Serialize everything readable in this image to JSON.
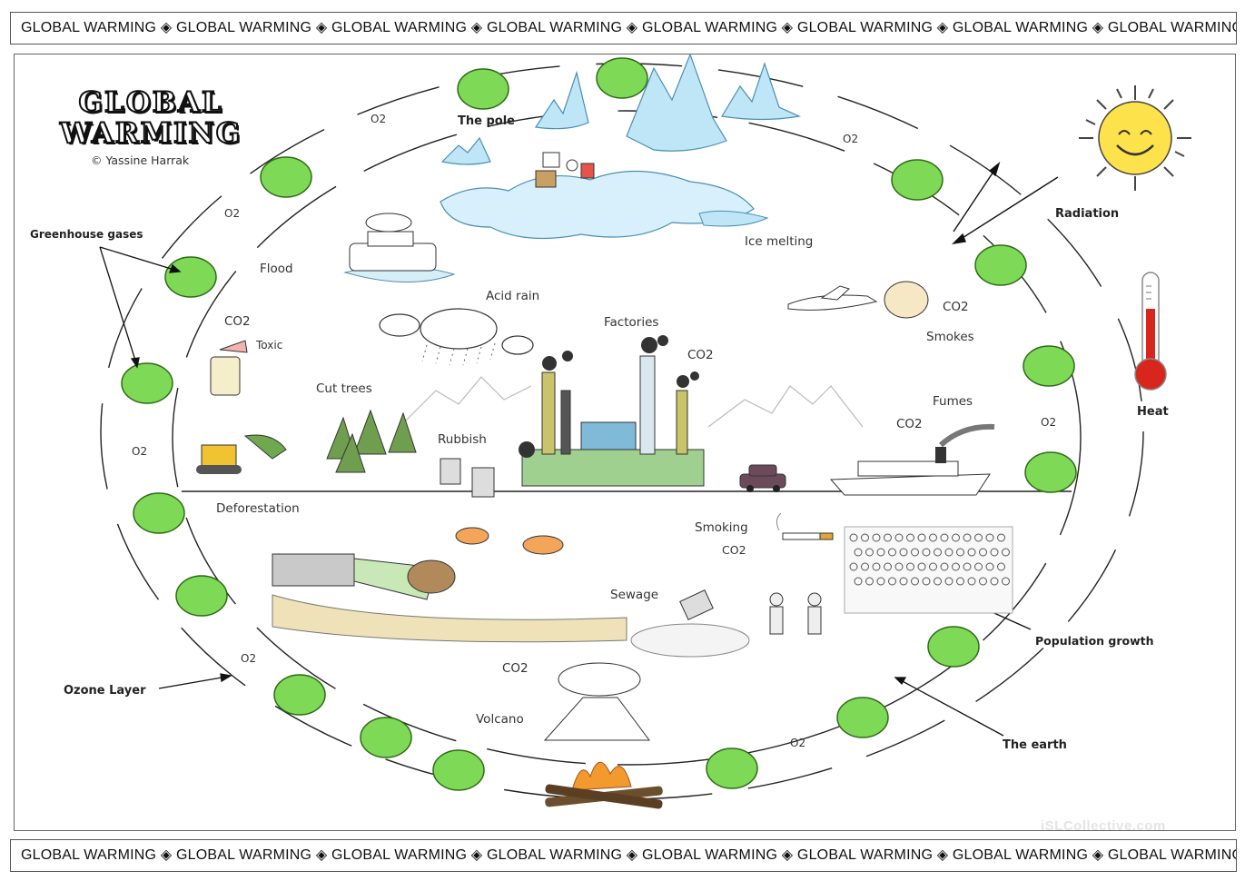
{
  "banner": {
    "top": "GLOBAL WARMING ◈ GLOBAL WARMING ◈ GLOBAL WARMING ◈ GLOBAL WARMING ◈ GLOBAL WARMING ◈ GLOBAL WARMING ◈ GLOBAL WARMING ◈ GLOBAL WARMING",
    "bottom": "GLOBAL WARMING ◈ GLOBAL WARMING ◈ GLOBAL WARMING ◈ GLOBAL WARMING ◈ GLOBAL WARMING ◈ GLOBAL WARMING ◈ GLOBAL WARMING ◈ GLOBAL WARMING"
  },
  "title": {
    "line1": "GLOBAL",
    "line2": "WARMING",
    "credit": "© Yassine Harrak"
  },
  "labels": {
    "the_pole": "The pole",
    "ice_melting": "Ice melting",
    "flood": "Flood",
    "acid_rain": "Acid rain",
    "factories": "Factories",
    "co2": "CO2",
    "smokes": "Smokes",
    "fumes": "Fumes",
    "toxic": "Toxic",
    "cut_trees": "Cut trees",
    "rubbish": "Rubbish",
    "deforestation": "Deforestation",
    "smoking": "Smoking",
    "sewage": "Sewage",
    "volcano": "Volcano",
    "o2": "O2"
  },
  "callouts": {
    "greenhouse_gases": "Greenhouse gases",
    "radiation": "Radiation",
    "heat": "Heat",
    "population_growth": "Population growth",
    "the_earth": "The earth",
    "ozone_layer": "Ozone Layer"
  },
  "watermark": "iSLCollective.com",
  "colors": {
    "leaf": "#7ed957",
    "leaf_stroke": "#2e6b16",
    "ice": "#bfe6f6",
    "ice_stroke": "#4a8fb3",
    "sun": "#fde24c",
    "thermometer_red": "#d9261c",
    "fire": "#f29a2e"
  }
}
